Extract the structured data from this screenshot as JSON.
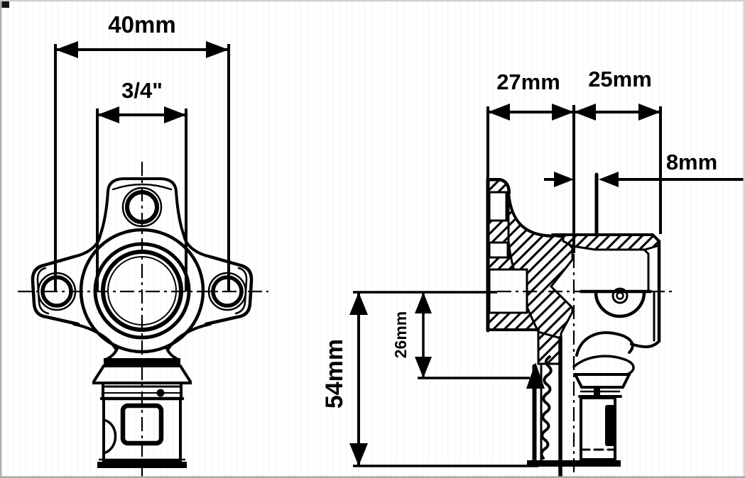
{
  "drawing": {
    "type": "technical-dimension-diagram",
    "subject": "press wall-plate elbow pipe fitting, front view and cross-section",
    "colors": {
      "line": "#000000",
      "background": "#ffffff"
    },
    "front_view": {
      "labels": {
        "flange_width": "40mm",
        "thread_size": "3/4\""
      }
    },
    "section_view": {
      "labels": {
        "flange_depth": "27mm",
        "socket_depth": "25mm",
        "wall_offset": "8mm",
        "overall_height": "54mm",
        "insert_depth": "26mm"
      }
    }
  }
}
